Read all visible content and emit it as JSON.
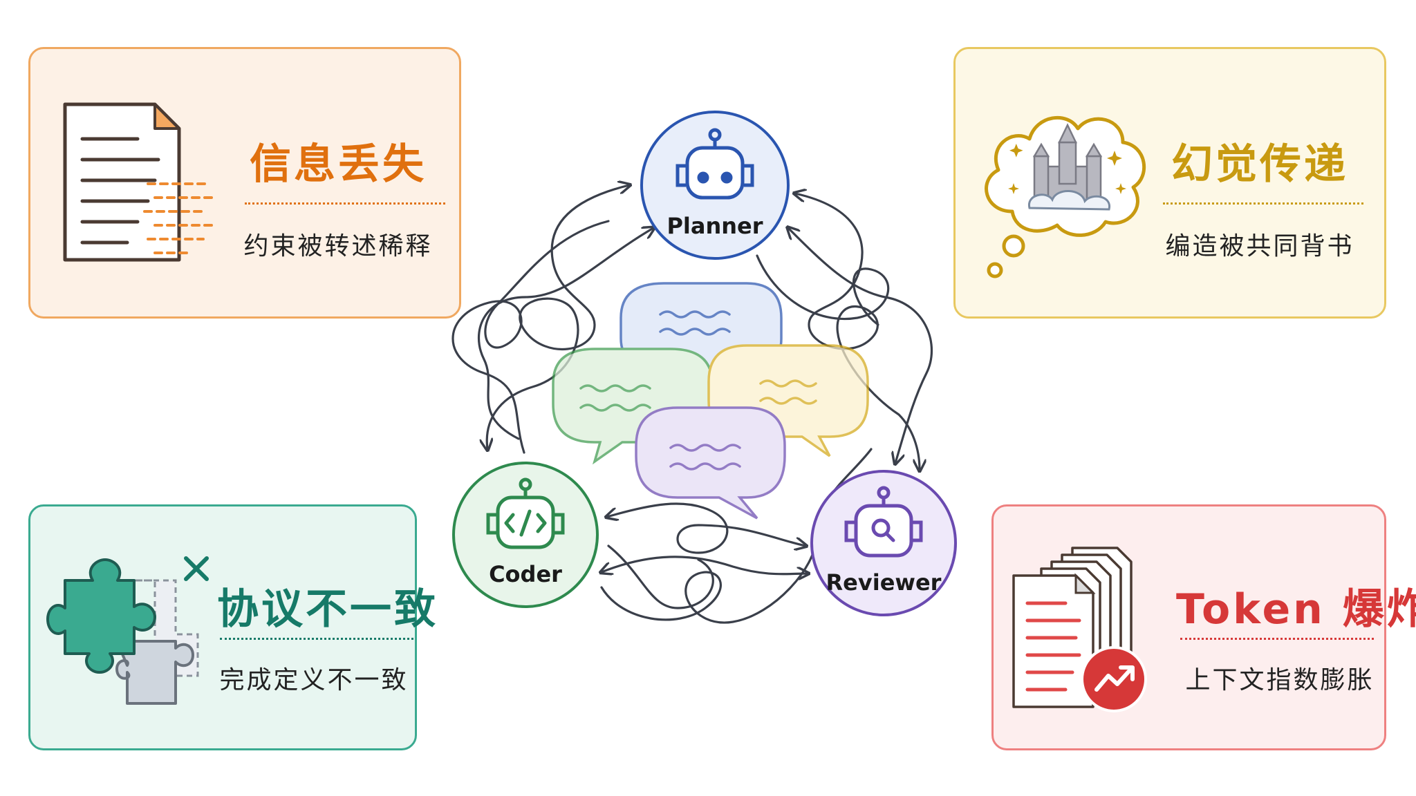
{
  "cards": [
    {
      "id": "info-loss",
      "title": "信息丢失",
      "subtitle": "约束被转述稀释",
      "icon": "document-fade-icon",
      "accent": "#e0700e",
      "border": "#f0a860",
      "bg": "#fdf1e6"
    },
    {
      "id": "hallucination",
      "title": "幻觉传递",
      "subtitle": "编造被共同背书",
      "icon": "dream-castle-icon",
      "accent": "#c89a10",
      "border": "#e8c860",
      "bg": "#fdf8e6"
    },
    {
      "id": "protocol",
      "title": "协议不一致",
      "subtitle": "完成定义不一致",
      "icon": "puzzle-mismatch-icon",
      "accent": "#167a68",
      "border": "#3aaa90",
      "bg": "#e8f6f1"
    },
    {
      "id": "token",
      "title": "Token 爆炸",
      "subtitle": "上下文指数膨胀",
      "icon": "document-stack-growth-icon",
      "accent": "#d63838",
      "border": "#ee8080",
      "bg": "#fdeeee"
    }
  ],
  "agents": [
    {
      "id": "planner",
      "label": "Planner",
      "icon": "robot-icon",
      "color": "#2a55b0",
      "fill": "#e8eefa"
    },
    {
      "id": "coder",
      "label": "Coder",
      "icon": "code-robot-icon",
      "color": "#2e8a4e",
      "fill": "#e8f5ea"
    },
    {
      "id": "reviewer",
      "label": "Reviewer",
      "icon": "search-robot-icon",
      "color": "#6a4ab0",
      "fill": "#efe9fa"
    }
  ],
  "bubbles": [
    {
      "color": "#2a55b0",
      "fill": "#dbe4f7"
    },
    {
      "color": "#3e9a4e",
      "fill": "#dcefd9"
    },
    {
      "color": "#d4a818",
      "fill": "#fbf0cc"
    },
    {
      "color": "#6a4ab0",
      "fill": "#e4dcf5"
    }
  ]
}
